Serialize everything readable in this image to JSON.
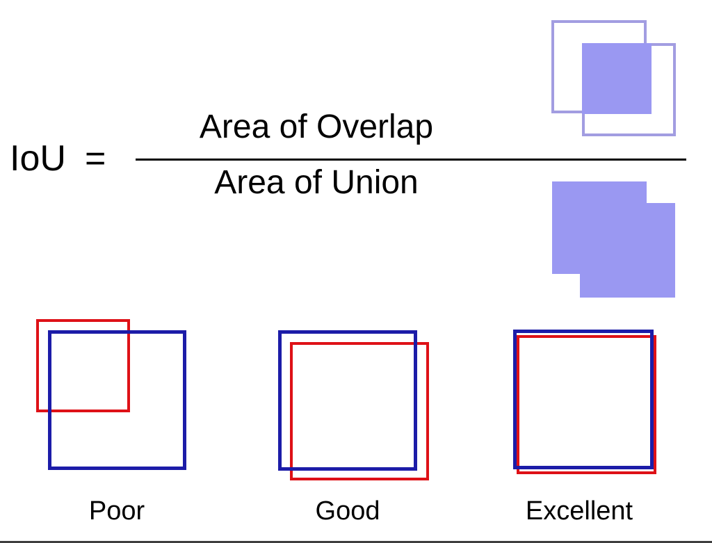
{
  "formula": {
    "lhs": "IoU",
    "equals_sign": "=",
    "numerator": "Area of Overlap",
    "denominator": "Area of Union"
  },
  "examples": [
    {
      "label": "Poor"
    },
    {
      "label": "Good"
    },
    {
      "label": "Excellent"
    }
  ],
  "colors": {
    "purple_fill": "#9a98f2",
    "purple_outline": "#a29de1",
    "blue_box": "#1c1ca8",
    "red_box": "#de1117",
    "fraction_bar": "#000000",
    "text": "#000000",
    "background": "#ffffff"
  }
}
